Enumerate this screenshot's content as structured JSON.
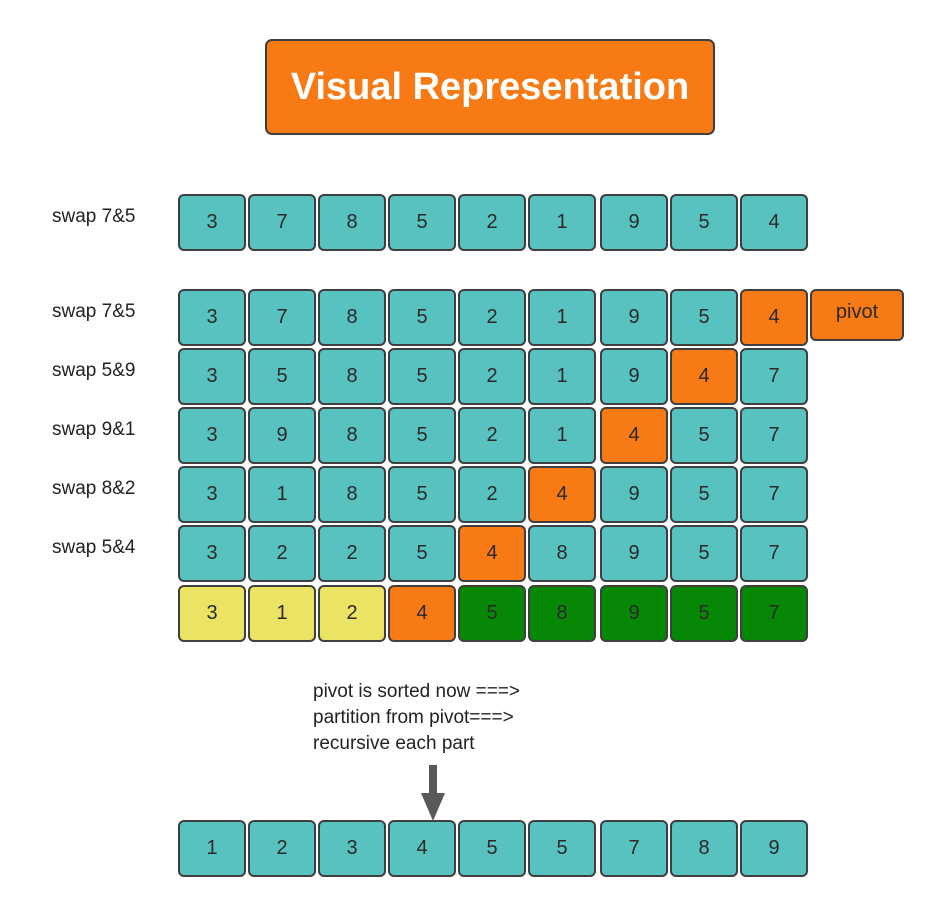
{
  "title": "Visual Representation",
  "pivot_label": "pivot",
  "notes": [
    "pivot is sorted now ===>",
    "partition from pivot===>",
    "recursive each part"
  ],
  "colors": {
    "teal": "#58c2c0",
    "orange": "#f77a14",
    "yellow": "#ebe363",
    "green": "#068806",
    "border": "#3f3f3f"
  },
  "rows": [
    {
      "label": "swap 7&5",
      "values": [
        "3",
        "7",
        "8",
        "5",
        "2",
        "1",
        "9",
        "5",
        "4"
      ],
      "colors": [
        "teal",
        "teal",
        "teal",
        "teal",
        "teal",
        "teal",
        "teal",
        "teal",
        "teal"
      ]
    },
    {
      "label": "swap 7&5",
      "values": [
        "3",
        "7",
        "8",
        "5",
        "2",
        "1",
        "9",
        "5",
        "4"
      ],
      "colors": [
        "teal",
        "teal",
        "teal",
        "teal",
        "teal",
        "teal",
        "teal",
        "teal",
        "orange"
      ]
    },
    {
      "label": "swap 5&9",
      "values": [
        "3",
        "5",
        "8",
        "5",
        "2",
        "1",
        "9",
        "4",
        "7"
      ],
      "colors": [
        "teal",
        "teal",
        "teal",
        "teal",
        "teal",
        "teal",
        "teal",
        "orange",
        "teal"
      ]
    },
    {
      "label": "swap 9&1",
      "values": [
        "3",
        "9",
        "8",
        "5",
        "2",
        "1",
        "4",
        "5",
        "7"
      ],
      "colors": [
        "teal",
        "teal",
        "teal",
        "teal",
        "teal",
        "teal",
        "orange",
        "teal",
        "teal"
      ]
    },
    {
      "label": "swap 8&2",
      "values": [
        "3",
        "1",
        "8",
        "5",
        "2",
        "4",
        "9",
        "5",
        "7"
      ],
      "colors": [
        "teal",
        "teal",
        "teal",
        "teal",
        "teal",
        "orange",
        "teal",
        "teal",
        "teal"
      ]
    },
    {
      "label": "swap 5&4",
      "values": [
        "3",
        "2",
        "2",
        "5",
        "4",
        "8",
        "9",
        "5",
        "7"
      ],
      "colors": [
        "teal",
        "teal",
        "teal",
        "teal",
        "orange",
        "teal",
        "teal",
        "teal",
        "teal"
      ]
    },
    {
      "label": "",
      "values": [
        "3",
        "1",
        "2",
        "4",
        "5",
        "8",
        "9",
        "5",
        "7"
      ],
      "colors": [
        "yellow",
        "yellow",
        "yellow",
        "orange",
        "green",
        "green",
        "green",
        "green",
        "green"
      ]
    },
    {
      "label": "",
      "values": [
        "1",
        "2",
        "3",
        "4",
        "5",
        "5",
        "7",
        "8",
        "9"
      ],
      "colors": [
        "teal",
        "teal",
        "teal",
        "teal",
        "teal",
        "teal",
        "teal",
        "teal",
        "teal"
      ]
    }
  ]
}
